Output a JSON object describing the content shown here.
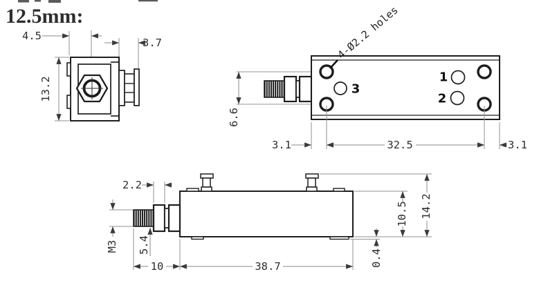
{
  "title": "12.5mm:",
  "colors": {
    "title_blue": "#2649b8"
  },
  "top_view": {
    "holes_annotation": "4-Ø2.2 holes",
    "port_labels": {
      "p1": "1",
      "p2": "2",
      "p3": "3"
    },
    "dims": {
      "hole_row_spacing": "6.6",
      "left_margin": "3.1",
      "hole_col_spacing": "32.5",
      "right_margin": "3.1"
    }
  },
  "side_view": {
    "dims": {
      "center_offset": "4.5",
      "connector_length": "3.7",
      "height": "13.2"
    }
  },
  "front_view": {
    "dims": {
      "nut_thickness": "2.2",
      "thread": "M3",
      "nut_width": "5.4",
      "stud_length": "10",
      "body_length": "38.7",
      "foot_height": "0.4",
      "body_height": "10.5",
      "overall_height": "14.2"
    }
  }
}
